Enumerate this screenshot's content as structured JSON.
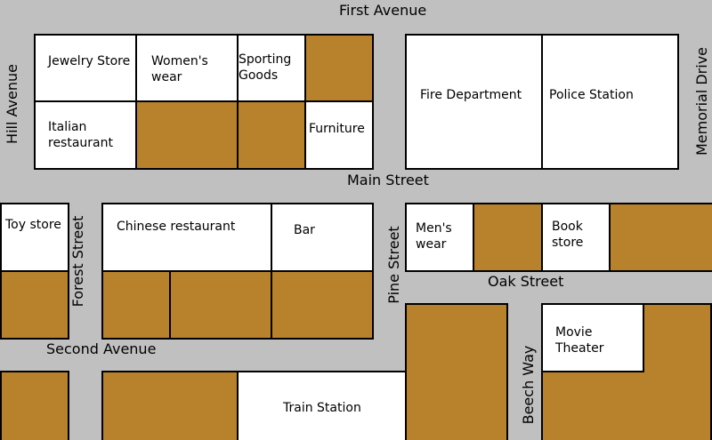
{
  "streets": {
    "first_avenue": "First Avenue",
    "main_street": "Main Street",
    "hill_avenue": "Hill Avenue",
    "memorial_drive": "Memorial Drive",
    "forest_street": "Forest Street",
    "pine_street": "Pine Street",
    "oak_street": "Oak Street",
    "second_avenue": "Second Avenue",
    "beech_way": "Beech Way"
  },
  "places": {
    "jewelry_store": "Jewelry Store",
    "womens_wear_1": "Women's",
    "womens_wear_2": "wear",
    "sporting_goods_1": "Sporting",
    "sporting_goods_2": "Goods",
    "italian_restaurant_1": "Italian",
    "italian_restaurant_2": "restaurant",
    "furniture": "Furniture",
    "fire_department": "Fire Department",
    "police_station": "Police Station",
    "toy_store": "Toy store",
    "chinese_restaurant": "Chinese restaurant",
    "bar": "Bar",
    "mens_wear_1": "Men's",
    "mens_wear_2": "wear",
    "book_store_1": "Book",
    "book_store_2": "store",
    "movie_theater_1": "Movie",
    "movie_theater_2": "Theater",
    "train_station": "Train Station"
  },
  "colors": {
    "background": "#c0c0c0",
    "labeled_building": "#ffffff",
    "unlabeled_building": "#b8822c"
  }
}
